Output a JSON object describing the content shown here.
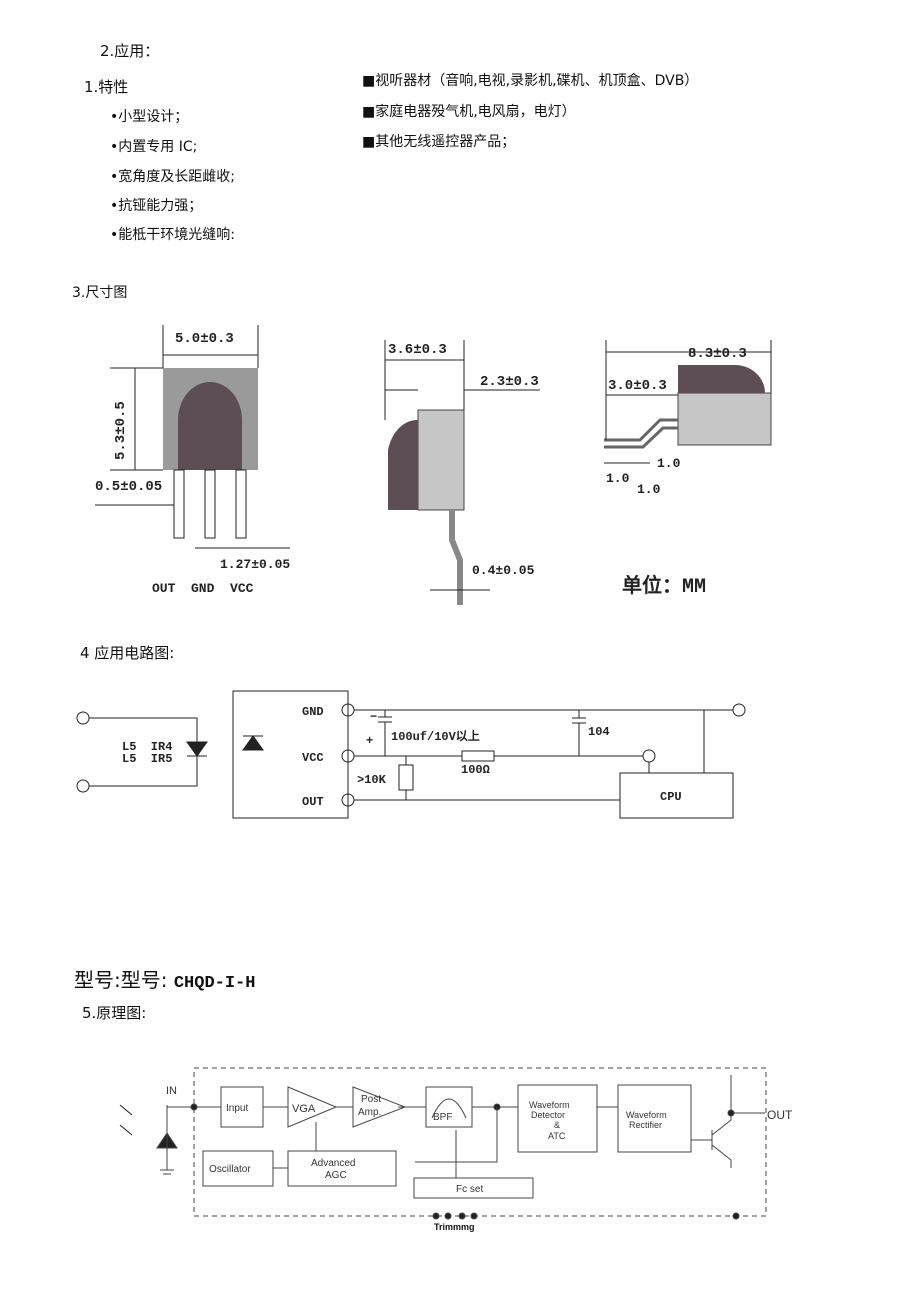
{
  "sections": {
    "application": {
      "heading": "2.应用：",
      "items": [
        "■视听器材（音响,电视,录影机,碟机、机顶盒、DVB）",
        "■家庭电器殁气机,电风扇，电灯）",
        "■其他无线遥控器产品；"
      ]
    },
    "features": {
      "heading": "1.特性",
      "items": [
        "•小型设计；",
        "•内置专用 IC;",
        "•宽角度及长距雌收;",
        "•抗铔能力强；",
        "•能柢干环境光缝响:"
      ]
    },
    "dimensions": {
      "heading": "3.尺寸图",
      "front": {
        "width": "5.0±0.3",
        "height": "5.3±0.5",
        "pin_width": "0.5±0.05",
        "pitch": "1.27±0.05",
        "pins": "OUT  GND  VCC"
      },
      "side": {
        "depth": "3.6±0.3",
        "lens": "2.3±0.3",
        "pin_thickness": "0.4±0.05"
      },
      "top": {
        "length": "8.3±0.3",
        "body": "3.0±0.3",
        "d1": "1.0",
        "d2": "1.0",
        "d3": "1.0"
      },
      "unit": "单位：MM"
    },
    "circuit": {
      "heading": "4 应用电路图:",
      "gnd": "GND",
      "vcc": "VCC",
      "out": "OUT",
      "led1": "L5  IR4",
      "led2": "L5  IR5",
      "cap": "100uf/10V以上",
      "cap2": "104",
      "res": "100Ω",
      "pullup": ">10K",
      "cpu": "CPU",
      "minus": "−",
      "plus": "+"
    },
    "model": {
      "label": "型号:型号:",
      "value": "CHQD-I-H"
    },
    "principle": {
      "heading": "5.原理图:",
      "in": "IN",
      "out": "OUT",
      "input": "Input",
      "vga": "VGA",
      "post1": "Post",
      "post2": "Amp.",
      "bpf": "BPF",
      "wd1": "Waveform",
      "wd2": "Detector",
      "wd3": "&",
      "wd4": "ATC",
      "wr1": "Waveform",
      "wr2": "Rectifier",
      "osc": "Oscillator",
      "agc1": "Advanced",
      "agc2": "AGC",
      "fc": "Fc set",
      "trim": "Trimmmg"
    }
  },
  "colors": {
    "body_gray": "#9a9a9a",
    "lens_dark": "#5d4d55",
    "line": "#222222"
  }
}
